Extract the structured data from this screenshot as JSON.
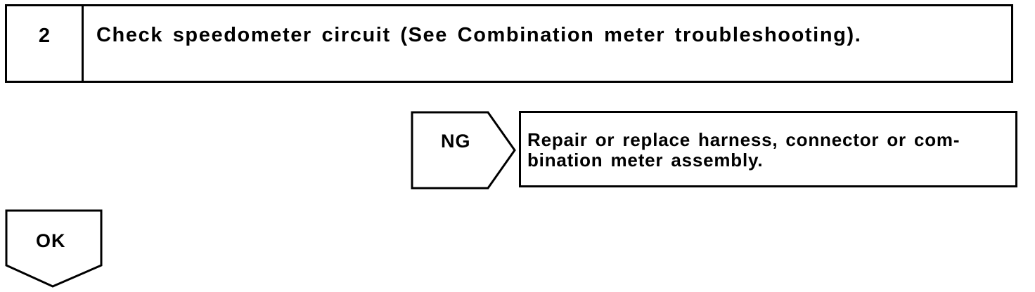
{
  "step": {
    "number": "2",
    "title": "Check speedometer circuit (See Combination meter troubleshooting)."
  },
  "ng_branch": {
    "label": "NG",
    "result": "Repair or replace harness, connector or com-\nbination meter assembly."
  },
  "ok_branch": {
    "label": "OK"
  }
}
